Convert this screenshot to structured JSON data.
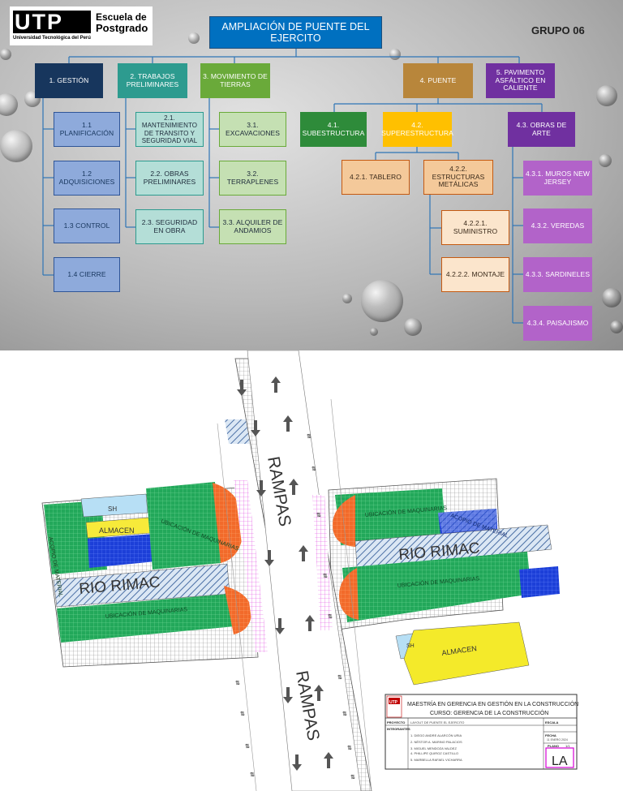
{
  "logo": {
    "brand": "UTP",
    "line1": "Escuela de",
    "line2": "Postgrado",
    "line3": "Universidad Tecnológica del Perú"
  },
  "header": {
    "title": "AMPLIACIÓN DE PUENTE DEL EJERCITO",
    "group": "GRUPO 06"
  },
  "wbs": {
    "gestion": {
      "label": "1. GESTIÓN",
      "items": [
        "1.1 PLANIFICACIÓN",
        "1.2 ADQUISICIONES",
        "1.3 CONTROL",
        "1.4 CIERRE"
      ]
    },
    "trabajos": {
      "label": "2. TRABAJOS PRELIMINARES",
      "items": [
        "2.1. MANTENIMIENTO DE TRANSITO Y SEGURIDAD VIAL",
        "2.2. OBRAS PRELIMINARES",
        "2.3. SEGURIDAD EN OBRA"
      ]
    },
    "movimiento": {
      "label": "3. MOVIMIENTO DE TIERRAS",
      "items": [
        "3.1. EXCAVACIONES",
        "3.2. TERRAPLENES",
        "3.3. ALQUILER DE ANDAMIOS"
      ]
    },
    "puente": {
      "label": "4. PUENTE",
      "sub": "4.1. SUBESTRUCTURA",
      "super": "4.2. SUPERESTRUCTURA",
      "tablero": "4.2.1. TABLERO",
      "metalicas": "4.2.2. ESTRUCTURAS METÁLICAS",
      "suministro": "4.2.2.1. SUMINISTRO",
      "montaje": "4.2.2.2. MONTAJE",
      "arte": "4.3. OBRAS DE ARTE",
      "arte_items": [
        "4.3.1. MUROS NEW JERSEY",
        "4.3.2. VEREDAS",
        "4.3.3. SARDINELES",
        "4.3.4. PAISAJISMO"
      ]
    },
    "pavimento": {
      "label": "5. PAVIMENTO ASFÁLTICO EN CALIENTE"
    }
  },
  "site_plan": {
    "rampas_top": "RAMPAS",
    "rampas_bottom": "RAMPAS",
    "rio_left": "RIO RIMAC",
    "rio_right": "RIO RIMAC",
    "sh_left": "SH",
    "sh_right": "SH",
    "almacen_left": "ALMACEN",
    "almacen_right": "ALMACEN",
    "acopio_left": "ACOPIO DE MATERIAL",
    "acopio_right": "ACOPIO DE MATERIAL",
    "maquinarias_left_top": "UBICACIÓN DE MAQUINARIAS",
    "maquinarias_left_bottom": "UBICACIÓN DE MAQUINARIAS",
    "maquinarias_right_top": "UBICACIÓN DE MAQUINARIAS",
    "maquinarias_right_bottom": "UBICACIÓN DE MAQUINARIAS"
  },
  "title_block": {
    "line1": "MAESTRÍA EN GERENCIA EN GESTIÓN EN LA CONSTRUCCIÓN",
    "line2": "CURSO: GERENCIA DE LA CONSTRUCCIÓN",
    "proyecto_label": "PROYECTO",
    "proyecto_value": "LAYOUT DE PUENTE EL EJERCITO",
    "integrantes_label": "INTEGRANTES",
    "integrantes": [
      "1. DIEGO ANDRE ALARCÓN URIA",
      "2. NÉSTOR A. MARINO PALACIOS",
      "3. MIGUEL MENDOZA VALDEZ",
      "4. PHILLIPE QUIROZ CASTILLO",
      "5. MARBELLA RAFAEL VICHARRA"
    ],
    "fecha_label": "FECHA",
    "fecha_value": "11 ENERO 2024",
    "plano_label": "PLANO",
    "plano_num": "1/1",
    "plano_code": "LA",
    "escala_label": "ESCALA"
  },
  "colors": {
    "navy": "#17365d",
    "teal": "#2d9b8f",
    "green": "#6aaa3a",
    "lightgreen": "#c5e0b3",
    "brown": "#b8863b",
    "purple": "#7030a0",
    "lilac": "#b263c9",
    "gold": "#ffc000",
    "tan": "#f4c99a",
    "cream": "#fbe5cc",
    "steel": "#8eaadb",
    "blue": "#0070c0"
  }
}
